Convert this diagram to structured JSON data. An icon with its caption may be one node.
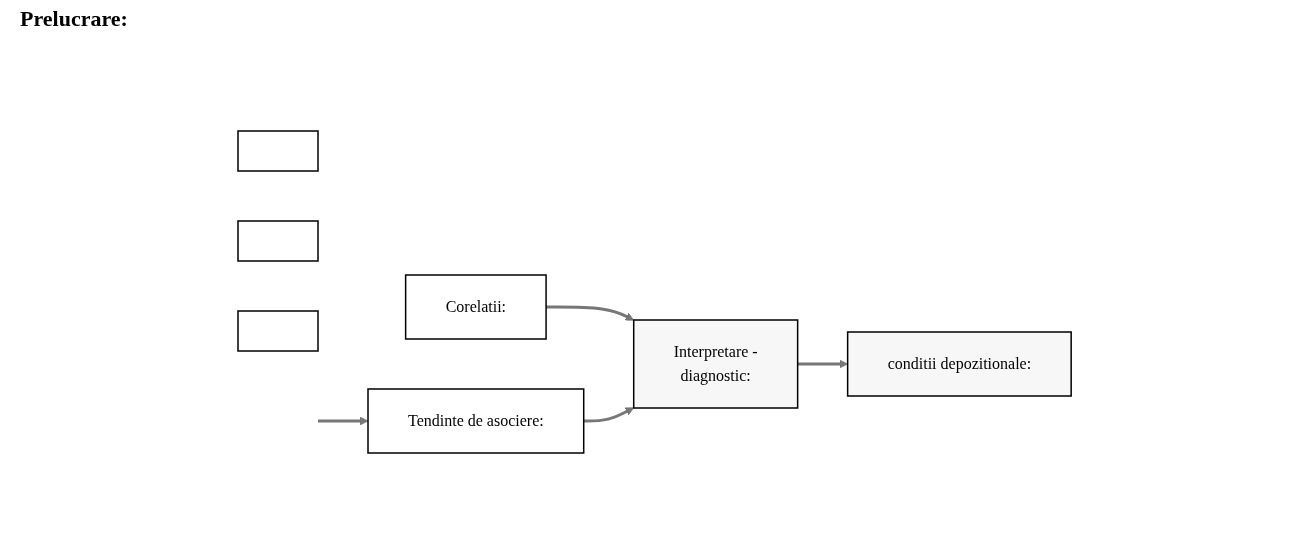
{
  "diagram": {
    "nodes": [
      {
        "text": [],
        "shape": "box"
      },
      {
        "text": [],
        "shape": "box"
      },
      {
        "text": [],
        "shape": "box"
      },
      {
        "text": [
          "Corelatii:"
        ]
      },
      {
        "text": [
          "Tendinte de asociere:"
        ]
      },
      {
        "text": [
          "Interpretare -",
          "diagnostic:"
        ]
      },
      {
        "text": [
          "conditii depozitionale:"
        ]
      }
    ],
    "edges": [
      {
        "from": null,
        "to": 4,
        "arrow": "to"
      },
      {
        "from": 3,
        "to": 5,
        "arrow": "to"
      },
      {
        "from": 4,
        "to": 5,
        "arrow": "to"
      },
      {
        "from": 5,
        "to": 6,
        "arrow": "to"
      }
    ],
    "labels": [
      "Prelucrare:"
    ]
  }
}
